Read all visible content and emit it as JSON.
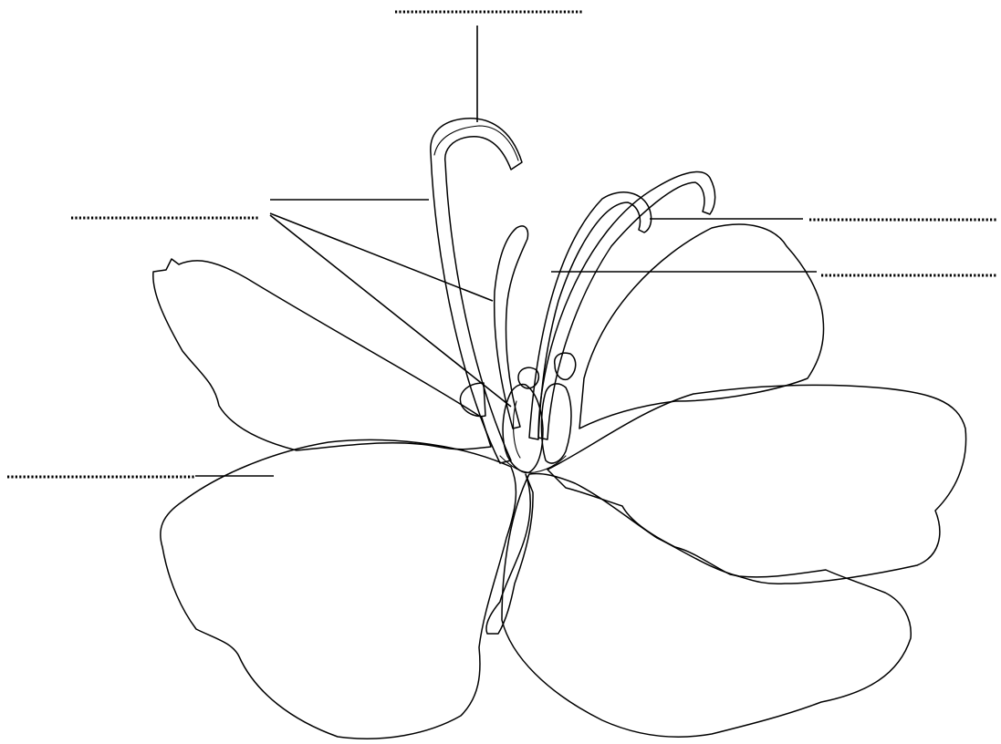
{
  "diagram": {
    "kind": "flower-parts-worksheet",
    "line_color": "#000000",
    "background": "#ffffff",
    "labels": [
      {
        "id": "top-label",
        "text": ""
      },
      {
        "id": "left-upper-label",
        "text": ""
      },
      {
        "id": "right-upper-label",
        "text": ""
      },
      {
        "id": "right-middle-label",
        "text": ""
      },
      {
        "id": "left-lower-label",
        "text": ""
      }
    ]
  }
}
